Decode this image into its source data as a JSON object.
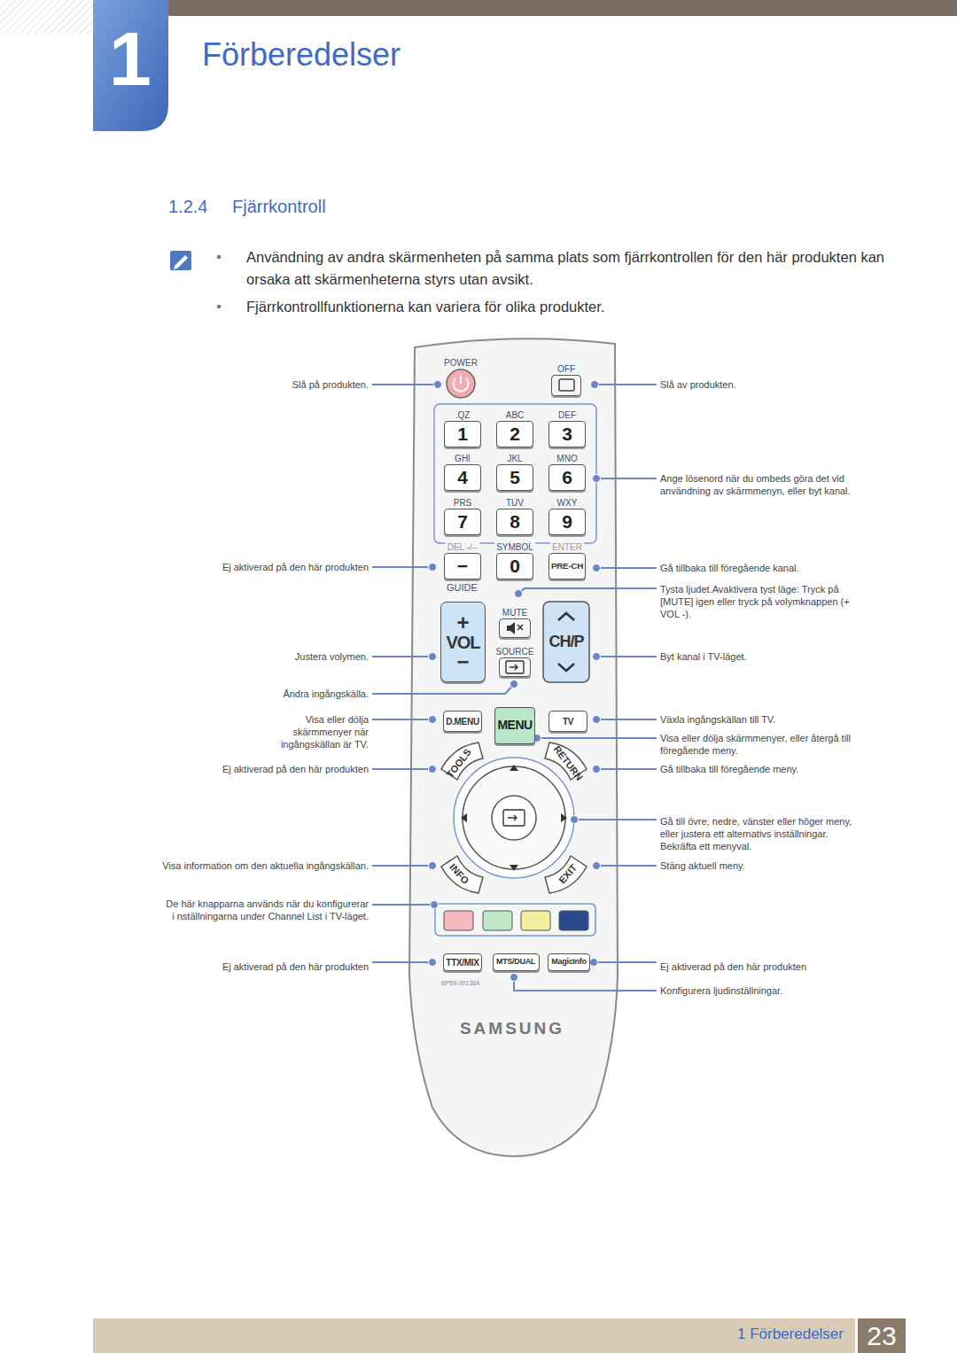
{
  "diagram": {
    "title": "Fjärrkontroll",
    "nodes": [
      {
        "text": [
          "POWER"
        ]
      },
      {
        "text": [
          "OFF"
        ]
      },
      {
        "text": [
          ".QZ",
          "1"
        ]
      },
      {
        "text": [
          "ABC",
          "2"
        ]
      },
      {
        "text": [
          "DEF",
          "3"
        ]
      },
      {
        "text": [
          "GHI",
          "4"
        ]
      },
      {
        "text": [
          "JKL",
          "5"
        ]
      },
      {
        "text": [
          "MNO",
          "6"
        ]
      },
      {
        "text": [
          "PRS",
          "7"
        ]
      },
      {
        "text": [
          "TUV",
          "8"
        ]
      },
      {
        "text": [
          "WXY",
          "9"
        ]
      },
      {
        "text": [
          "DEL -/--",
          "−"
        ]
      },
      {
        "text": [
          "SYMBOL",
          "0"
        ]
      },
      {
        "text": [
          "ENTER",
          "PRE-CH"
        ]
      },
      {
        "text": [
          "+",
          "VOL",
          "−"
        ]
      },
      {
        "text": [
          "MUTE"
        ]
      },
      {
        "text": [
          "SOURCE"
        ]
      },
      {
        "text": [
          "CH/P"
        ]
      },
      {
        "text": [
          "D.MENU"
        ]
      },
      {
        "text": [
          "MENU"
        ]
      },
      {
        "text": [
          "TV"
        ]
      },
      {
        "text": [
          "TTX/MIX"
        ]
      },
      {
        "text": [
          "MTS/DUAL"
        ]
      },
      {
        "text": [
          "MagicInfo"
        ]
      }
    ],
    "labels": [
      "1",
      "Förberedelser",
      "1.2.4",
      "Användning av andra skärmenheten på samma plats som fjärrkontrollen för den här produkten kan orsaka att skärmenheterna styrs utan avsikt.",
      "Fjärrkontrollfunktionerna kan variera för olika produkter.",
      "Slå på produkten.",
      "Ej aktiverad på den här produkten",
      "Justera volymen.",
      "Ändra ingångskälla.",
      "Visa eller dölja skärmmenyer när ingångskällan är TV.",
      "Ej aktiverad på den här produkten",
      "Visa information om den aktuella ingångskällan.",
      "De här knapparna används när du konfigurerar i nställningarna under Channel List i TV-läget.",
      "Ej aktiverad på den här produkten",
      "Slå av produkten.",
      "Ange lösenord när du ombeds göra det vid användning av skärmmenyn, eller byt kanal.",
      "Gå tillbaka till föregående kanal.",
      "Tysta ljudet.Avaktivera tyst läge: Tryck på [MUTE] igen eller tryck på volymknappen (+ VOL -).",
      "Byt kanal i TV-läget.",
      "Växla ingångskällan till TV.",
      "Visa eller dölja skärmmenyer, eller återgå till föregående meny.",
      "Gå tillbaka till föregående meny.",
      "Gå till övre, nedre, vänster eller höger meny, eller justera ett alternativs inställningar. Bekräfta ett menyval.",
      "Stäng aktuell meny.",
      "Ej aktiverad på den här produkten",
      "Konfigurera ljudinställningar.",
      "GUIDE",
      "TOOLS",
      "RETURN",
      "INFO",
      "EXIT",
      "BP59-00138A",
      "SAMSUNG",
      "1 Förberedelser",
      "23"
    ]
  }
}
